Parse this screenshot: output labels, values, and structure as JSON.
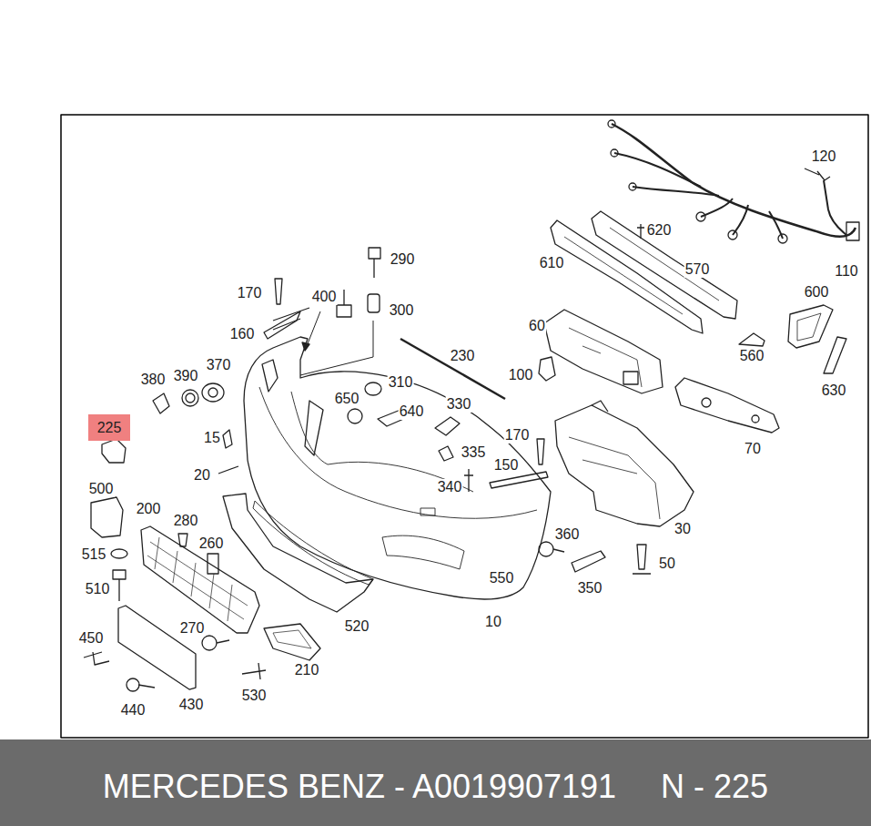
{
  "diagram": {
    "nodes": [
      {
        "text": [
          "225"
        ]
      },
      {
        "text": [
          "MERCEDES BENZ - A0019907191",
          "N - 225"
        ]
      }
    ],
    "labels": [
      "120",
      "110",
      "620",
      "610",
      "570",
      "290",
      "170",
      "400",
      "300",
      "600",
      "160",
      "560",
      "60",
      "230",
      "380",
      "390",
      "370",
      "100",
      "630",
      "310",
      "650",
      "640",
      "330",
      "70",
      "15",
      "170",
      "335",
      "20",
      "150",
      "340",
      "500",
      "200",
      "30",
      "280",
      "360",
      "515",
      "260",
      "50",
      "510",
      "550",
      "350",
      "450",
      "270",
      "520",
      "10",
      "210",
      "440",
      "430",
      "530"
    ]
  }
}
